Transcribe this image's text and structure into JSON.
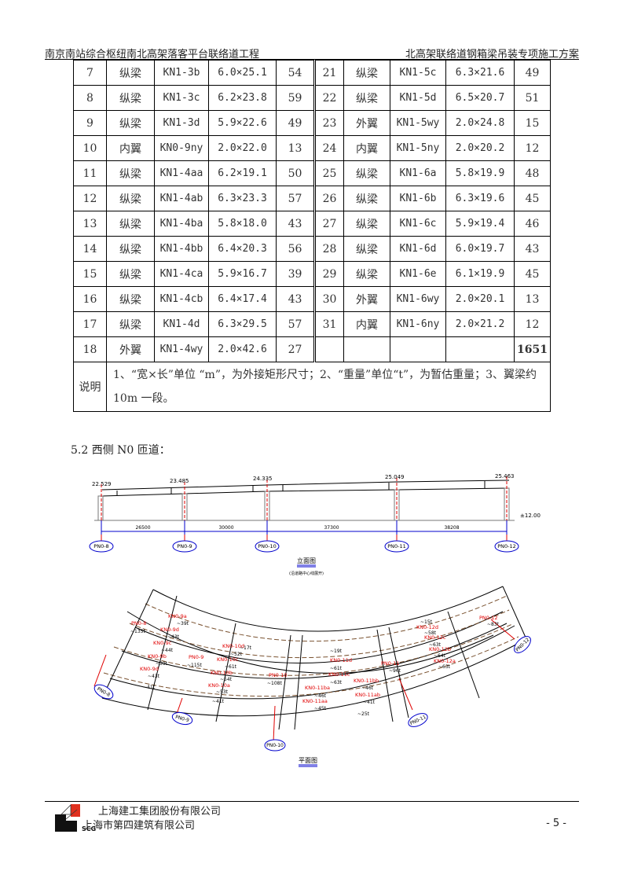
{
  "header": {
    "left": "南京南站综合枢纽南北高架落客平台联络道工程",
    "right": "北高架联络道钢箱梁吊装专项施工方案"
  },
  "table": {
    "left_rows": [
      {
        "no": "7",
        "type": "纵梁",
        "id": "KN1-3b",
        "size": "6.0×25.1",
        "weight": "54"
      },
      {
        "no": "8",
        "type": "纵梁",
        "id": "KN1-3c",
        "size": "6.2×23.8",
        "weight": "59"
      },
      {
        "no": "9",
        "type": "纵梁",
        "id": "KN1-3d",
        "size": "5.9×22.6",
        "weight": "49"
      },
      {
        "no": "10",
        "type": "内翼",
        "id": "KN0-9ny",
        "size": "2.0×22.0",
        "weight": "13"
      },
      {
        "no": "11",
        "type": "纵梁",
        "id": "KN1-4aa",
        "size": "6.2×19.1",
        "weight": "50"
      },
      {
        "no": "12",
        "type": "纵梁",
        "id": "KN1-4ab",
        "size": "6.3×23.3",
        "weight": "57"
      },
      {
        "no": "13",
        "type": "纵梁",
        "id": "KN1-4ba",
        "size": "5.8×18.0",
        "weight": "43"
      },
      {
        "no": "14",
        "type": "纵梁",
        "id": "KN1-4bb",
        "size": "6.4×20.3",
        "weight": "56"
      },
      {
        "no": "15",
        "type": "纵梁",
        "id": "KN1-4ca",
        "size": "5.9×16.7",
        "weight": "39"
      },
      {
        "no": "16",
        "type": "纵梁",
        "id": "KN1-4cb",
        "size": "6.4×17.4",
        "weight": "43"
      },
      {
        "no": "17",
        "type": "纵梁",
        "id": "KN1-4d",
        "size": "6.3×29.5",
        "weight": "57"
      },
      {
        "no": "18",
        "type": "外翼",
        "id": "KN1-4wy",
        "size": "2.0×42.6",
        "weight": "27"
      }
    ],
    "right_rows": [
      {
        "no": "21",
        "type": "纵梁",
        "id": "KN1-5c",
        "size": "6.3×21.6",
        "weight": "49"
      },
      {
        "no": "22",
        "type": "纵梁",
        "id": "KN1-5d",
        "size": "6.5×20.7",
        "weight": "51"
      },
      {
        "no": "23",
        "type": "外翼",
        "id": "KN1-5wy",
        "size": "2.0×24.8",
        "weight": "15"
      },
      {
        "no": "24",
        "type": "内翼",
        "id": "KN1-5ny",
        "size": "2.0×20.2",
        "weight": "12"
      },
      {
        "no": "25",
        "type": "纵梁",
        "id": "KN1-6a",
        "size": "5.8×19.9",
        "weight": "48"
      },
      {
        "no": "26",
        "type": "纵梁",
        "id": "KN1-6b",
        "size": "6.3×19.6",
        "weight": "45"
      },
      {
        "no": "27",
        "type": "纵梁",
        "id": "KN1-6c",
        "size": "5.9×19.4",
        "weight": "46"
      },
      {
        "no": "28",
        "type": "纵梁",
        "id": "KN1-6d",
        "size": "6.0×19.7",
        "weight": "43"
      },
      {
        "no": "29",
        "type": "纵梁",
        "id": "KN1-6e",
        "size": "6.1×19.9",
        "weight": "45"
      },
      {
        "no": "30",
        "type": "外翼",
        "id": "KN1-6wy",
        "size": "2.0×20.1",
        "weight": "13"
      },
      {
        "no": "31",
        "type": "内翼",
        "id": "KN1-6ny",
        "size": "2.0×21.2",
        "weight": "12"
      },
      {
        "no": "",
        "type": "",
        "id": "",
        "size": "",
        "weight": "1651"
      }
    ],
    "total_color": "#e00000",
    "note_label": "说明",
    "note_text": "1、“宽×长”单位 “m”，为外接矩形尺寸；2、“重量”单位“t”，为暂估重量；3、翼梁约 10m 一段。"
  },
  "section_heading": "5.2 西侧 N0 匝道：",
  "elevation": {
    "elevations": [
      "22.529",
      "23.485",
      "24.335",
      "25.049",
      "25.463"
    ],
    "spans": [
      "26500",
      "30000",
      "37300",
      "38208"
    ],
    "ground_level": "±12.00",
    "piers": [
      "PN0-8",
      "PN0-9",
      "PN0-10",
      "PN0-11",
      "PN0-12"
    ],
    "title": "立面图",
    "subtitle": "(沿道路中心线展开)"
  },
  "plan": {
    "title": "平面图",
    "piers": [
      "PN0-8",
      "PN0-9",
      "PN0-10",
      "PN0-11",
      "PN0-12"
    ],
    "labels": [
      {
        "t": "PN0-8",
        "w": "~135t"
      },
      {
        "t": "KN0-9a",
        "w": "~39t"
      },
      {
        "t": "KN0-9d",
        "w": "~43t"
      },
      {
        "t": "KN0-9c",
        "w": "~44t"
      },
      {
        "t": "KN0-9b",
        "w": "~39t"
      },
      {
        "t": "KN0-9d",
        "w": "~43t"
      },
      {
        "t": "PN0-9",
        "w": "~115t"
      },
      {
        "t": "KN0-10d",
        "w": "~52t"
      },
      {
        "t": "KN0-10c",
        "w": "~61t"
      },
      {
        "t": "KN0-10b",
        "w": "~54t"
      },
      {
        "t": "KN0-10a",
        "w": "~53t"
      },
      {
        "t": "PN0-10",
        "w": "~108t"
      },
      {
        "t": "KN0-11d",
        "w": "~61t"
      },
      {
        "t": "KN0-11c",
        "w": "~63t"
      },
      {
        "t": "KN0-11ba",
        "w": "~46t"
      },
      {
        "t": "KN0-11aa",
        "w": "~45t"
      },
      {
        "t": "KN0-11bb",
        "w": "~46t"
      },
      {
        "t": "KN0-11ab",
        "w": "~41t"
      },
      {
        "t": "PN0-11",
        "w": "~96t"
      },
      {
        "t": "KN0-12d",
        "w": "~58t"
      },
      {
        "t": "KN0-12c",
        "w": "~63t"
      },
      {
        "t": "KN0-12b",
        "w": "~64t"
      },
      {
        "t": "KN0-12a",
        "w": "~63t"
      },
      {
        "t": "PN0-12",
        "w": "~83t"
      }
    ],
    "misc_weights": [
      "~41t",
      "~17t",
      "~19t",
      "~15t",
      "~25t"
    ]
  },
  "footer": {
    "company1": "上海建工集团股份有限公司",
    "company2": "上海市第四建筑有限公司",
    "logo_text": "SCG",
    "page": "- 5 -"
  }
}
